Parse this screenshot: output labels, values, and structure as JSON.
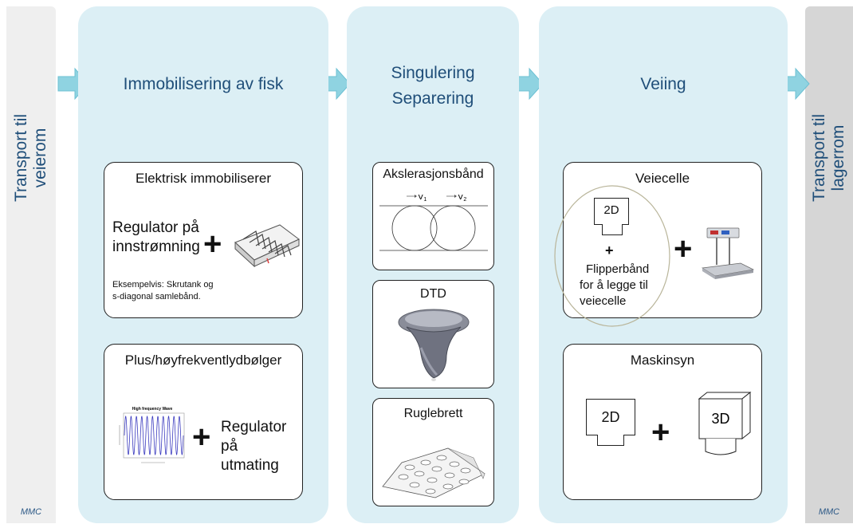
{
  "left_side": {
    "text_line1": "Transport til",
    "text_line2": "veierom",
    "footer": "MMC"
  },
  "right_side": {
    "text_line1": "Transport til",
    "text_line2": "lagerrom",
    "footer": "MMC"
  },
  "colors": {
    "title_blue": "#1f4e79",
    "panel_bg": "#dceff5",
    "arrow_fill": "#8fd3e1",
    "side_left": "#efefef",
    "side_right": "#d6d6d6"
  },
  "immobilisering": {
    "title": "Immobilisering av fisk",
    "elektrisk": {
      "title": "Elektrisk immobiliserer",
      "regulator_line1": "Regulator på",
      "regulator_line2": "innstrømning",
      "plus": "+",
      "example_line1": "Eksempelvis: Skrutank og",
      "example_line2": "s-diagonal samlebånd."
    },
    "plus_hf": {
      "title": "Plus/høyfrekventlydbølger",
      "wave_title": "High frequency Wave",
      "plus": "+",
      "regulator_line1": "Regulator på",
      "regulator_line2": "utmating"
    }
  },
  "singulering": {
    "title_line1": "Singulering",
    "title_line2": "Separering",
    "akslerasjon": {
      "title": "Akslerasjonsbånd",
      "v1": "V",
      "v1_sub": "1",
      "v2": "V",
      "v2_sub": "2"
    },
    "dtd": {
      "title": "DTD"
    },
    "ruglebrett": {
      "title": "Ruglebrett"
    }
  },
  "veiing": {
    "title": "Veiing",
    "veiecelle": {
      "title": "Veiecelle",
      "cam_label": "2D",
      "inner_plus": "+",
      "flipper_line1": "Flipperbånd",
      "flipper_line2": "for å legge til",
      "flipper_line3": "veiecelle",
      "plus": "+"
    },
    "maskinsyn": {
      "title": "Maskinsyn",
      "cam2d": "2D",
      "plus": "+",
      "cam3d": "3D"
    }
  }
}
